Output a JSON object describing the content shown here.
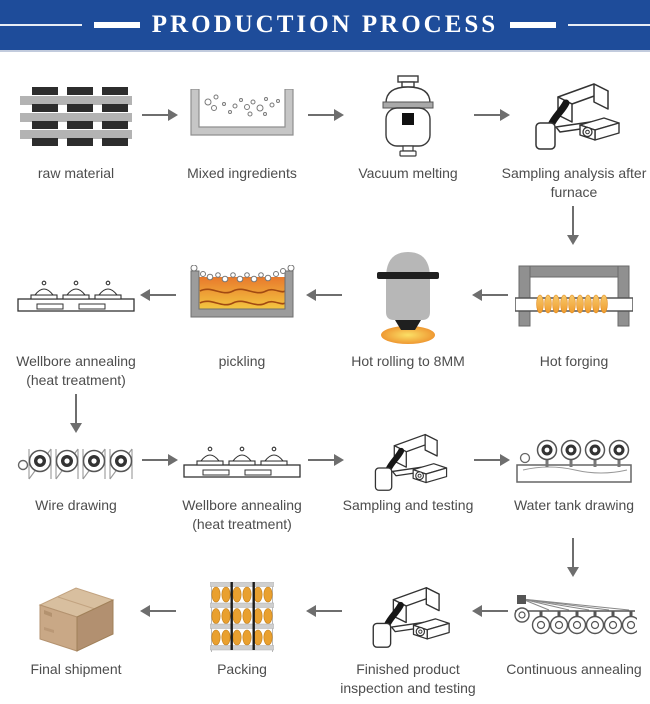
{
  "header": {
    "title": "PRODUCTION PROCESS"
  },
  "colors": {
    "banner_blue": "#1e4c9a",
    "arrow_gray": "#6e6e6e",
    "label_gray": "#4d4d4d",
    "steel_gray": "#b3b3b3",
    "hot_orange": "#ee8d2b",
    "hot_yellow": "#f5d444",
    "cardboard_tan": "#c9a886"
  },
  "flow": {
    "rows": [
      {
        "direction": "right",
        "steps": [
          {
            "label": "raw material",
            "icon": "raw-material-icon"
          },
          {
            "label": "Mixed ingredients",
            "icon": "mixed-ingredients-icon"
          },
          {
            "label": "Vacuum melting",
            "icon": "vacuum-melting-icon"
          },
          {
            "label": "Sampling analysis after furnace",
            "icon": "sampling-pour-icon"
          }
        ]
      },
      {
        "direction": "left",
        "steps": [
          {
            "label": "Wellbore annealing (heat treatment)",
            "icon": "wellbore-annealing-icon"
          },
          {
            "label": "pickling",
            "icon": "pickling-icon"
          },
          {
            "label": "Hot rolling to 8MM",
            "icon": "hot-rolling-icon"
          },
          {
            "label": "Hot forging",
            "icon": "hot-forging-icon"
          }
        ]
      },
      {
        "direction": "right",
        "steps": [
          {
            "label": "Wire drawing",
            "icon": "wire-drawing-icon"
          },
          {
            "label": "Wellbore annealing (heat treatment)",
            "icon": "wellbore-annealing-icon"
          },
          {
            "label": "Sampling and testing",
            "icon": "sampling-pour-icon"
          },
          {
            "label": "Water tank drawing",
            "icon": "water-tank-drawing-icon"
          }
        ]
      },
      {
        "direction": "left",
        "steps": [
          {
            "label": "Final shipment",
            "icon": "shipping-box-icon"
          },
          {
            "label": "Packing",
            "icon": "packing-coils-icon"
          },
          {
            "label": "Finished product inspection and testing",
            "icon": "sampling-pour-icon"
          },
          {
            "label": "Continuous annealing",
            "icon": "continuous-annealing-icon"
          }
        ]
      }
    ],
    "connectors": [
      {
        "after_row": 1,
        "column": 4,
        "direction": "down"
      },
      {
        "after_row": 2,
        "column": 1,
        "direction": "down"
      },
      {
        "after_row": 3,
        "column": 4,
        "direction": "down"
      }
    ]
  }
}
